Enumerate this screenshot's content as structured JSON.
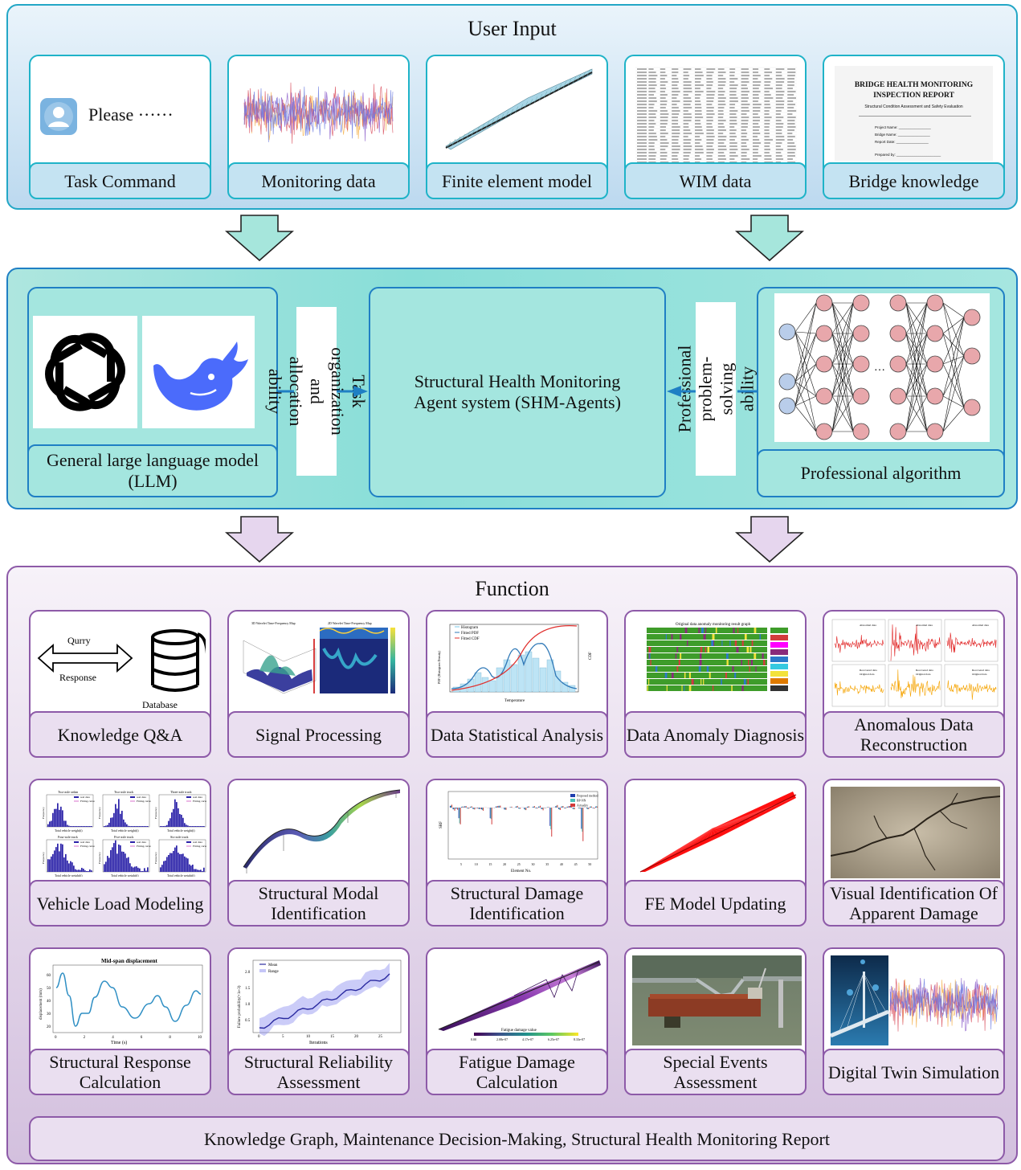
{
  "user_input": {
    "title": "User Input",
    "cards": [
      {
        "caption": "Task Command",
        "prompt_text": "Please ······",
        "icon": "user-avatar-icon"
      },
      {
        "caption": "Monitoring data"
      },
      {
        "caption": "Finite element model"
      },
      {
        "caption": "WIM data"
      },
      {
        "caption": "Bridge knowledge",
        "doc_title": "BRIDGE HEALTH MONITORING INSPECTION REPORT",
        "doc_subtitle": "Structural Condition Assessment and Safety Evaluation",
        "fields": [
          "Project Name:",
          "Bridge Name:",
          "Report Date:"
        ],
        "signature": "Prepared by:"
      }
    ]
  },
  "middle": {
    "llm_caption": "General large language model (LLM)",
    "llm_icons": [
      "chatgpt-logo-icon",
      "deepseek-whale-icon"
    ],
    "left_link_label": "Task organization and allocation ability",
    "center_label": "Structural Health Monitoring Agent system (SHM-Agents)",
    "right_link_label": "Professional problem-solving ability",
    "algo_caption": "Professional algorithm",
    "nn_dots": "…"
  },
  "function": {
    "title": "Function",
    "cards": [
      {
        "caption": "Knowledge Q&A",
        "thumb": {
          "quarry": "Qurry",
          "response": "Response",
          "database": "Database"
        }
      },
      {
        "caption": "Signal Processing",
        "thumb": {
          "t1": "3D Wavelet Time-Frequency Map",
          "t2": "2D Wavelet Time-Frequency Map"
        }
      },
      {
        "caption": "Data Statistical Analysis",
        "thumb": {
          "legend": [
            "Histogram",
            "Fitted PDF",
            "Fitted CDF"
          ],
          "xlabel": "Temperature",
          "ylabel": "PDF (Histogram Density)",
          "y2label": "CDF"
        }
      },
      {
        "caption": "Data Anomaly Diagnosis",
        "thumb": {
          "title": "Original data anomaly monitoring result graph"
        }
      },
      {
        "caption": "Anomalous Data Reconstruction",
        "thumb": {
          "leg1": "Abnormal data",
          "leg2": "Recovered data",
          "leg3": "Original data"
        }
      },
      {
        "caption": "Vehicle Load Modeling",
        "thumb": {
          "titles": [
            "Two-axle sedan",
            "Two-axle truck",
            "Three-axle truck",
            "Four-axle truck",
            "Five-axle truck",
            "Six-axle truck"
          ],
          "legend": [
            "real data",
            "Fitting curve"
          ],
          "xlabel": "Total vehicle weight(t)",
          "ylabel": "Frequency"
        }
      },
      {
        "caption": "Structural Modal Identification"
      },
      {
        "caption": "Structural Damage Identification",
        "thumb": {
          "legend": [
            "Proposed method",
            "BP-NN",
            "Actuality"
          ],
          "xlabel": "Element No.",
          "ylabel": "SRF",
          "xticks": [
            "5",
            "10",
            "15",
            "20",
            "25",
            "30",
            "35",
            "40",
            "45",
            "50"
          ]
        }
      },
      {
        "caption": "FE Model Updating"
      },
      {
        "caption": "Visual Identification Of Apparent Damage"
      },
      {
        "caption": "Structural Response Calculation",
        "thumb": {
          "title": "Mid-span displacement",
          "xlabel": "Time (s)",
          "ylabel": "displacement (mm)",
          "yticks": [
            "60",
            "50",
            "40",
            "30",
            "20"
          ],
          "xticks": [
            "0",
            "2",
            "4",
            "6",
            "8",
            "10"
          ]
        }
      },
      {
        "caption": "Structural Reliability Assessment",
        "thumb": {
          "legend": [
            "Mean",
            "Range"
          ],
          "xlabel": "Iterations",
          "ylabel": "Failure probability(×1e-3)",
          "yticks": [
            "2.0",
            "1.5",
            "1.0",
            "0.5"
          ],
          "xticks": [
            "0",
            "5",
            "10",
            "15",
            "20",
            "25"
          ]
        }
      },
      {
        "caption": "Fatigue Damage Calculation",
        "thumb": {
          "label": "Fatigue damage value",
          "ticks": [
            "0.00",
            "2.08e-07",
            "4.17e-07",
            "6.25e-07",
            "8.33e-07"
          ]
        }
      },
      {
        "caption": "Special Events Assessment"
      },
      {
        "caption": "Digital Twin Simulation"
      }
    ],
    "footer": "Knowledge Graph, Maintenance Decision-Making, Structural Health Monitoring Report"
  },
  "colors": {
    "input_border": "#23a7c6",
    "mid_border": "#1f7fc4",
    "func_border": "#8d5aa8",
    "arrow_down_1": "#a6e6dc",
    "arrow_down_2": "#e6d6ee"
  }
}
